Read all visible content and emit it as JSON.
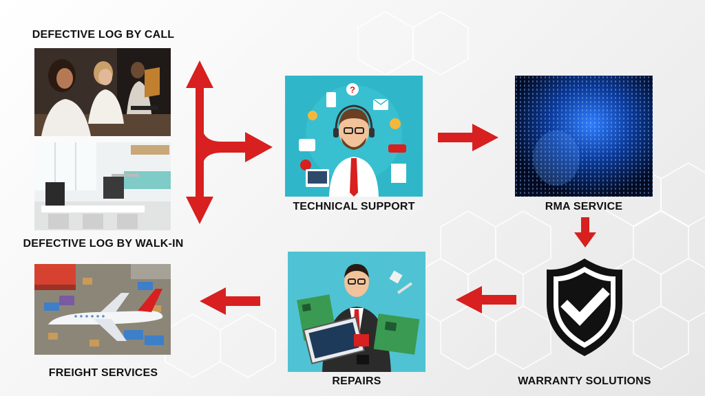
{
  "nodes": {
    "call_log": {
      "label": "DEFECTIVE LOG BY CALL",
      "image": "call-center-photo"
    },
    "walkin_log": {
      "label": "DEFECTIVE LOG BY WALK-IN",
      "image": "office-photo"
    },
    "tech_support": {
      "label": "TECHNICAL SUPPORT",
      "image": "support-agent-illustration"
    },
    "rma_service": {
      "label": "RMA SERVICE",
      "image": "digital-matrix-image"
    },
    "warranty": {
      "label": "WARRANTY SOLUTIONS",
      "image": "shield-check-icon"
    },
    "repairs": {
      "label": "REPAIRS",
      "image": "repair-technician-illustration"
    },
    "freight": {
      "label": "FREIGHT SERVICES",
      "image": "airport-cargo-illustration"
    }
  },
  "colors": {
    "arrow": "#d7201f",
    "label": "#111111",
    "support_bg": "#2fb7c9",
    "rma_bg": "#06143a",
    "repair_bg": "#4fc3d3"
  }
}
